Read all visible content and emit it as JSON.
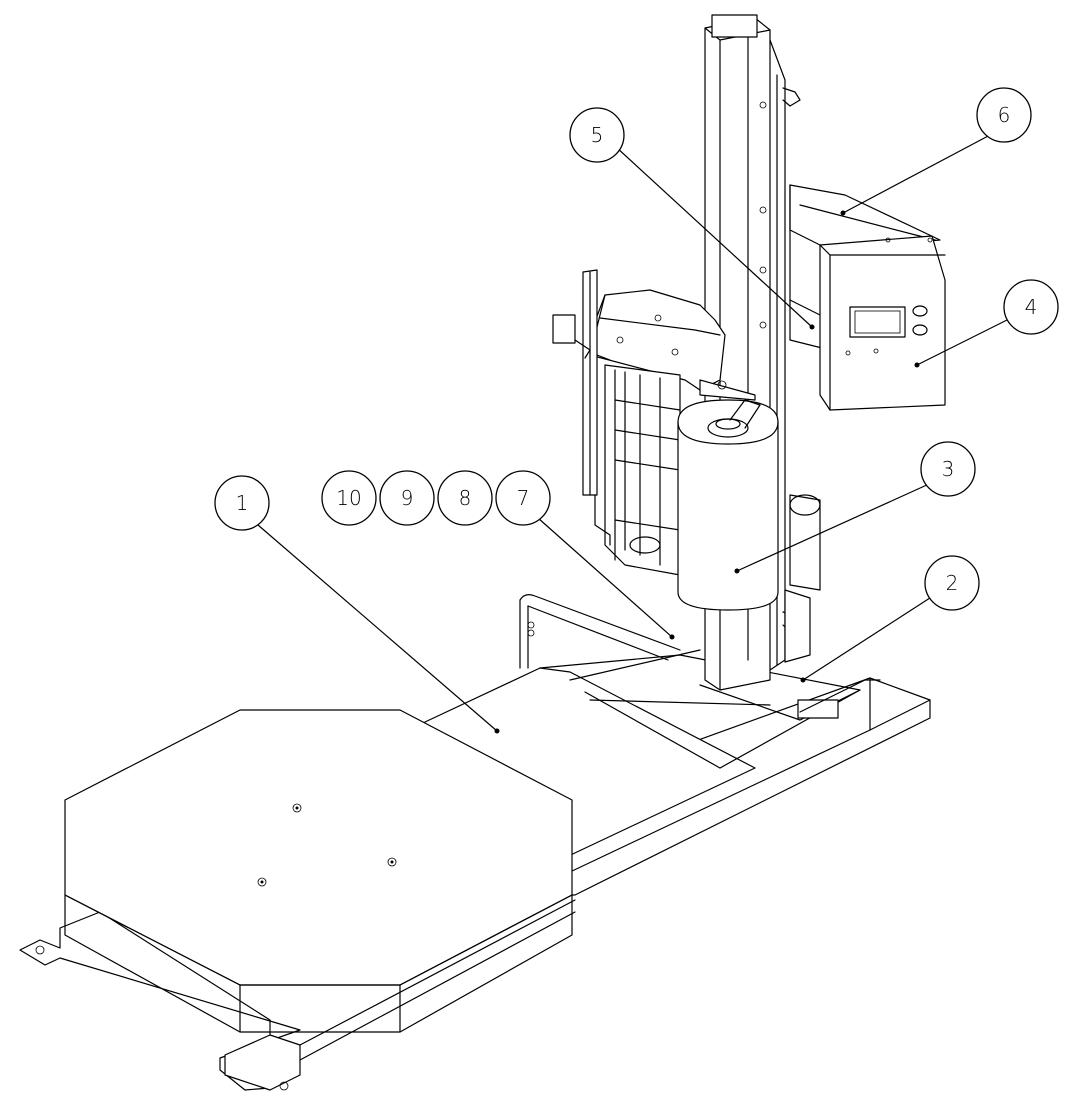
{
  "callouts": [
    {
      "id": "1",
      "label": "1"
    },
    {
      "id": "2",
      "label": "2"
    },
    {
      "id": "3",
      "label": "3"
    },
    {
      "id": "4",
      "label": "4"
    },
    {
      "id": "5",
      "label": "5"
    },
    {
      "id": "6",
      "label": "6"
    },
    {
      "id": "7",
      "label": "7"
    },
    {
      "id": "8",
      "label": "8"
    },
    {
      "id": "9",
      "label": "9"
    },
    {
      "id": "10",
      "label": "10"
    }
  ],
  "line_color": "#000000",
  "background_color": "#ffffff"
}
